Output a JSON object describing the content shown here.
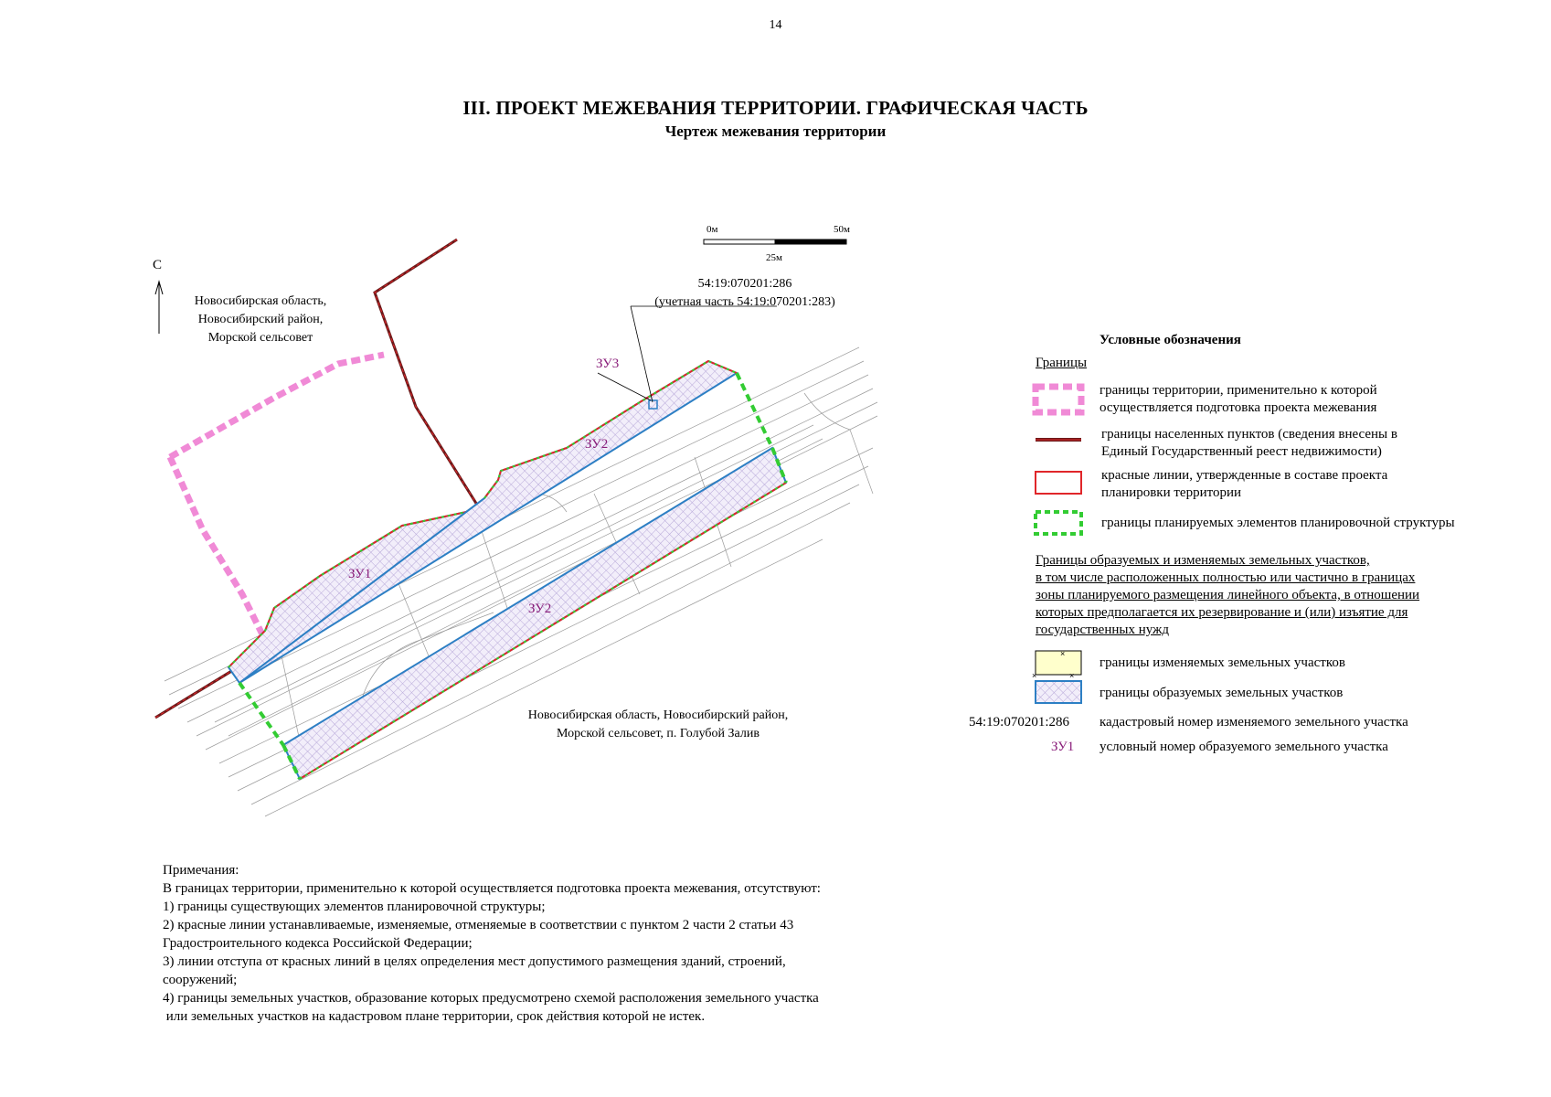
{
  "page_number": "14",
  "title": "III. ПРОЕКТ МЕЖЕВАНИЯ ТЕРРИТОРИИ. ГРАФИЧЕСКАЯ ЧАСТЬ",
  "subtitle": "Чертеж межевания территории",
  "scale_bar": {
    "left_label": "0м",
    "mid_label": "25м",
    "right_label": "50м"
  },
  "north_label": "С",
  "map_labels": {
    "region_top": [
      "Новосибирская область,",
      "Новосибирский район,",
      "Морской сельсовет"
    ],
    "region_bottom": [
      "Новосибирская область, Новосибирский район,",
      "Морской сельсовет, п. Голубой Залив"
    ],
    "cadastral_callout": [
      "54:19:070201:286",
      "(учетная часть 54:19:070201:283)"
    ],
    "parcels": [
      "ЗУ1",
      "ЗУ2",
      "ЗУ2",
      "ЗУ3"
    ]
  },
  "legend": {
    "title": "Условные обозначения",
    "section_boundaries": "Границы",
    "items": [
      {
        "symbol": "pink-dashed-border",
        "lines": [
          "границы территории, применительно к которой",
          "осуществляется подготовка проекта межевания"
        ]
      },
      {
        "symbol": "settlement-boundary-line",
        "lines": [
          "границы населенных пунктов (сведения внесены в",
          "Единый Государственный реест недвижимости)"
        ]
      },
      {
        "symbol": "red-line-rectangle",
        "lines": [
          "красные линии, утвержденные в составе проекта",
          "планировки территории"
        ]
      },
      {
        "symbol": "green-dashed-border",
        "lines": [
          "границы планируемых элементов планировочной структуры"
        ]
      }
    ],
    "section_parcels": [
      "Границы образуемых и изменяемых земельных участков,",
      "в том числе расположенных полностью или частично в границах",
      "зоны планируемого размещения линейного объекта, в отношении",
      "которых предполагается их резервирование и (или) изъятие для",
      "государственных нужд"
    ],
    "parcel_items": [
      {
        "symbol": "yellow-parcel",
        "text": "границы изменяемых земельных участков"
      },
      {
        "symbol": "blue-hatched-parcel",
        "text": "границы образуемых земельных участков"
      },
      {
        "symbol_text": "54:19:070201:286",
        "text": "кадастровый номер изменяемого земельного участка"
      },
      {
        "symbol_text": "ЗУ1",
        "text": "условный номер образуемого земельного участка"
      }
    ]
  },
  "notes": [
    "Примечания:",
    "В границах территории, применительно к которой осуществляется подготовка проекта межевания, отсутствуют:",
    "1) границы существующих элементов планировочной структуры;",
    "2) красные линии устанавливаемые, изменяемые, отменяемые в соответствии с пунктом 2 части 2 статьи 43",
    "Градостроительного кодекса Российской Федерации;",
    "3) линии отступа от красных линий в целях определения мест допустимого размещения зданий, строений,",
    "сооружений;",
    "4) границы земельных участков, образование которых предусмотрено схемой расположения земельного участка",
    " или земельных участков на кадастровом плане территории, срок действия которой не истек."
  ],
  "colors": {
    "pink": "#f08ad6",
    "red": "#e0262a",
    "green": "#33cc33",
    "blue": "#2d7fc4",
    "hatch": "#b8a9d9",
    "purple": "#8a1e7a",
    "settlement": "#6b1a1a",
    "parcel_yellow": "#ffffcc"
  }
}
